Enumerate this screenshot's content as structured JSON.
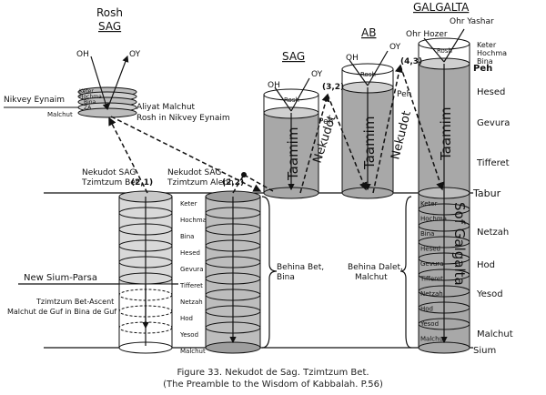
{
  "header": {
    "rosh": "Rosh",
    "sag": "SAG",
    "sag2": "SAG",
    "ab": "AB",
    "galgalta": "GALGALTA"
  },
  "labels": {
    "oh": "OH",
    "oy": "OY",
    "ohr_hozer": "Ohr Hozer",
    "ohr_yashar": "Ohr Yashar",
    "keter": "Keter",
    "hochma": "Hochma",
    "bina": "Bina",
    "za": "ZA",
    "malchut": "Malchut",
    "peh": "Peh",
    "hesed": "Hesed",
    "gevura": "Gevura",
    "tifferet": "Tifferet",
    "tabur": "Tabur",
    "netzah": "Netzah",
    "hod": "Hod",
    "yesod": "Yesod",
    "sium": "Sium",
    "nikvey_eynaim": "Nikvey Eynaim",
    "aliyat_malchut": "Aliyat Malchut",
    "rosh_in_nikvey": "Rosh in Nikvey Eynaim",
    "nekudot_sag_bet_1": "Nekudot SAG",
    "nekudot_sag_bet_2": "Tzimtzum Bet",
    "nekudot_sag_bet_num": "(2,1)",
    "nekudot_sag_aleph_1": "Nekudot SAG",
    "nekudot_sag_aleph_2": "Tzimtzum Aleph",
    "nekudot_sag_aleph_num": "(2,2)",
    "num_32": "(3,2)",
    "num_43": "(4,3)",
    "taamim": "Taamim",
    "nekudot": "Nekudot",
    "sof_galgalta": "Sof Galgalta",
    "new_sium_parsa": "New Sium-Parsa",
    "tzimtzum_bet_ascent": "Tzimtzum Bet-Ascent",
    "malchut_de_guf": "Malchut de Guf in Bina de Guf",
    "behina_bet": "Behina Bet,",
    "bina_b": "Bina",
    "behina_dalet": "Behina Dalet,",
    "malchut_d": "Malchut"
  },
  "mid_column": [
    "Keter",
    "Hochma",
    "Bina",
    "Hesed",
    "Gevura",
    "Tifferet",
    "Netzah",
    "Hod",
    "Yesod",
    "Malchut"
  ],
  "right_column": [
    "Keter",
    "Hochma",
    "Bina",
    "Hesed",
    "Gevura",
    "Tifferet",
    "Netzah",
    "Hod",
    "Yesod",
    "Malchut"
  ],
  "caption": {
    "line1": "Figure 33. Nekudot de Sag. Tzimtzum Bet.",
    "line2": "(The Preamble to the Wisdom of Kabbalah. P.56)"
  }
}
